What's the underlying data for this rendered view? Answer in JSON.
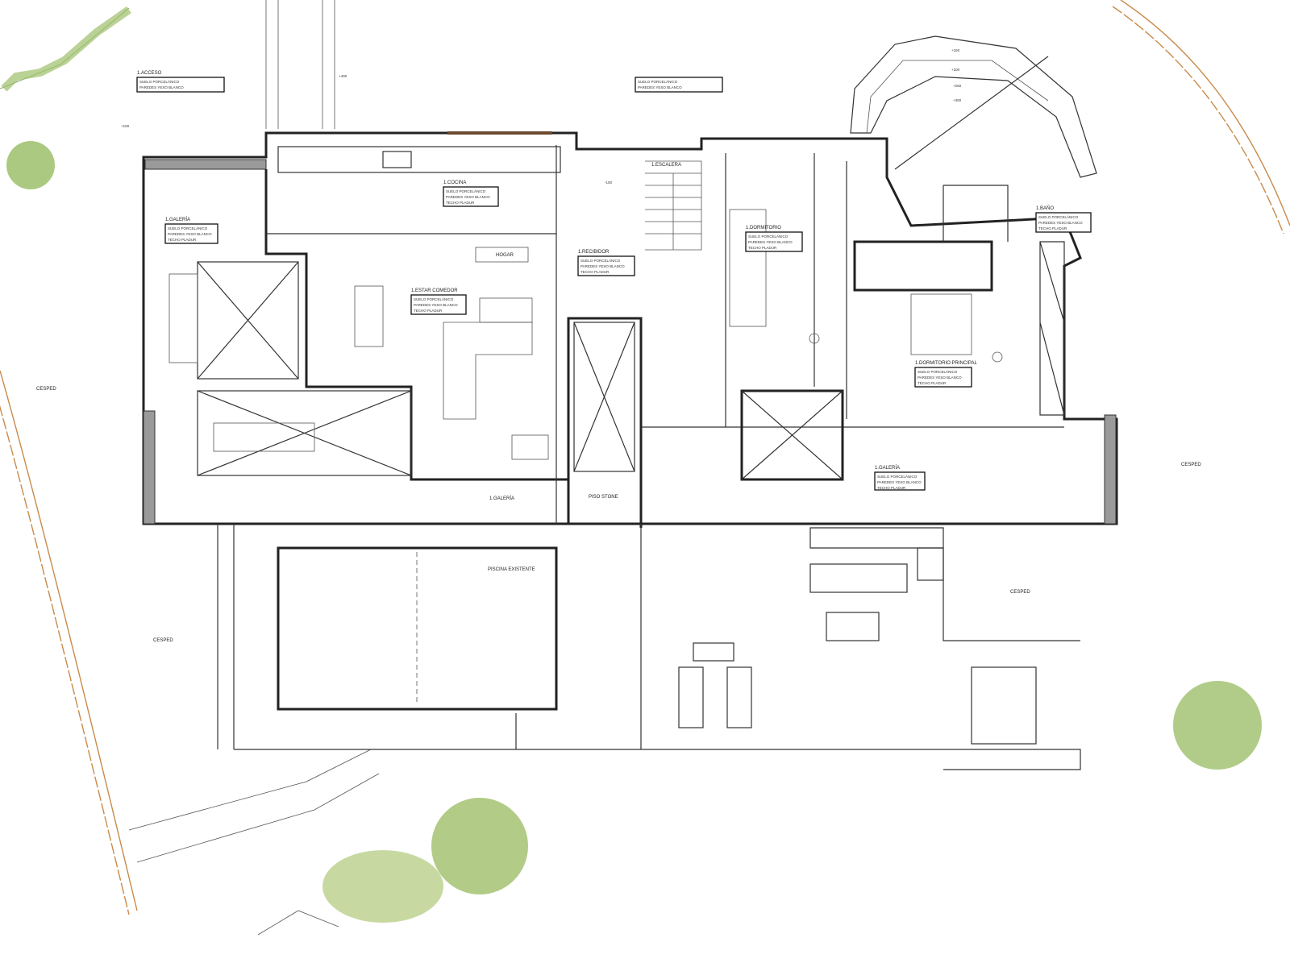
{
  "plan": {
    "rooms": {
      "acceso": "1.ACCESO",
      "galeria_w": "1.GALERÍA",
      "cocina": "1.COCINA",
      "estar": "1.ESTAR COMEDOR",
      "hogar": "HOGAR",
      "recibidor": "1.RECIBIDOR",
      "escalera": "1.ESCALERA",
      "dormitorio": "1.DORMITORIO",
      "bano": "1.BAÑO",
      "principal": "1.DORMITORIO PRINCIPAL",
      "galeria_s": "1.GALERÍA",
      "galeria_e": "1.GALERÍA",
      "piscina": "PISCINA EXISTENTE",
      "piso_stone": "PISO STONE",
      "cesped_w": "CESPED",
      "cesped_e": "CESPED",
      "cesped_se": "CESPED",
      "cesped_sw": "CESPED"
    },
    "finish": [
      "SUELO PORCELÁNICO",
      "PAREDES YESO BLANCO",
      "TECHO PLADUR"
    ],
    "levels": [
      "+100",
      "+150",
      "+200",
      "+250",
      "+300",
      "-100",
      "+400"
    ],
    "colors": {
      "hedge": "#c98a4a",
      "tree": "#9cbf6a",
      "walls": "#222222"
    }
  }
}
